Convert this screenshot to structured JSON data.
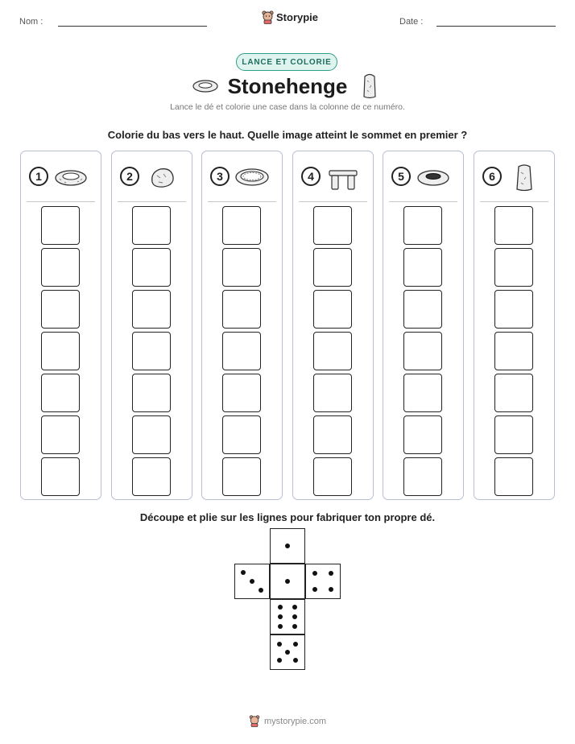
{
  "header": {
    "name_label": "Nom :",
    "brand_name": "Storypie",
    "date_label": "Date :"
  },
  "badge": "LANCE ET COLORIE",
  "title": "Stonehenge",
  "subtitle": "Lance le dé et colorie une case dans la colonne de ce numéro.",
  "instruction_color": "Colorie du bas vers le haut. Quelle image atteint le sommet en premier ?",
  "columns": [
    {
      "number": "1",
      "icon": "stone-ring-icon"
    },
    {
      "number": "2",
      "icon": "boulder-icon"
    },
    {
      "number": "3",
      "icon": "circle-ring-icon"
    },
    {
      "number": "4",
      "icon": "trilithon-icon"
    },
    {
      "number": "5",
      "icon": "stone-hole-icon"
    },
    {
      "number": "6",
      "icon": "standing-stone-icon"
    }
  ],
  "cells_per_column": 7,
  "instruction_cut": "Découpe et plie sur les lignes pour fabriquer ton propre dé.",
  "dice_faces": [
    1,
    3,
    1,
    4,
    6,
    5
  ],
  "footer": {
    "site": "mystorypie.com"
  },
  "colors": {
    "badge_border": "#2f9e88",
    "badge_bg": "#dff4ef",
    "column_border": "#b9bfd2"
  }
}
